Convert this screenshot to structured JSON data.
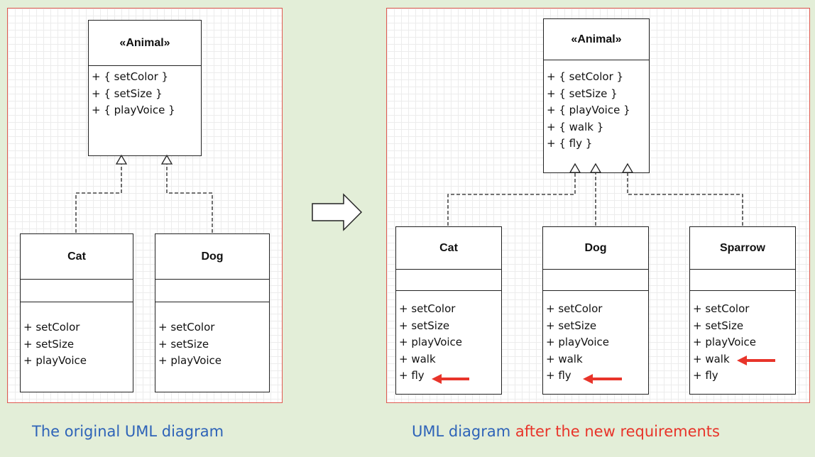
{
  "left_diagram": {
    "interface": {
      "name": "«Animal»",
      "operations": [
        "+ { setColor }",
        "+ { setSize }",
        "+ { playVoice }"
      ]
    },
    "classes": [
      {
        "name": "Cat",
        "operations": [
          "+ setColor",
          "+ setSize",
          "+ playVoice"
        ]
      },
      {
        "name": "Dog",
        "operations": [
          "+ setColor",
          "+ setSize",
          "+ playVoice"
        ]
      }
    ]
  },
  "right_diagram": {
    "interface": {
      "name": "«Animal»",
      "operations": [
        "+ { setColor }",
        "+ { setSize }",
        "+ { playVoice }",
        "+ { walk }",
        "+ { fly }"
      ]
    },
    "classes": [
      {
        "name": "Cat",
        "operations": [
          "+ setColor",
          "+ setSize",
          "+ playVoice",
          "+ walk",
          "+ fly"
        ]
      },
      {
        "name": "Dog",
        "operations": [
          "+ setColor",
          "+ setSize",
          "+ playVoice",
          "+ walk",
          "+ fly"
        ]
      },
      {
        "name": "Sparrow",
        "operations": [
          "+ setColor",
          "+ setSize",
          "+ playVoice",
          "+ walk",
          "+ fly"
        ]
      }
    ]
  },
  "captions": {
    "left": "The original UML diagram",
    "right_part1": "UML diagram ",
    "right_part2": "after the new requirements"
  },
  "colors": {
    "highlight_arrow": "#e8342a",
    "caption_blue": "#2e63b8",
    "caption_red": "#e8342a",
    "panel_border": "#e05a50"
  }
}
